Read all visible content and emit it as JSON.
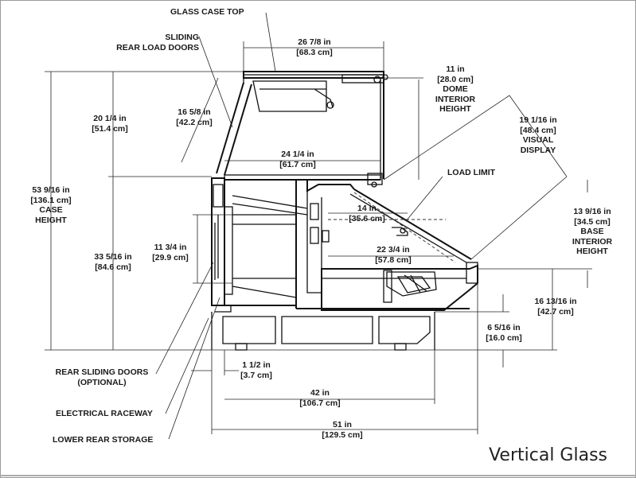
{
  "caption": "Vertical Glass",
  "labels": {
    "glass_case_top": "GLASS CASE TOP",
    "sliding_rear_1": "SLIDING",
    "sliding_rear_2": "REAR LOAD DOORS",
    "dim_top_width_in": "26 7/8 in",
    "dim_top_width_cm": "[68.3 cm]",
    "dim_dome_in": "11 in",
    "dim_dome_cm": "[28.0 cm]",
    "dome_1": "DOME",
    "dome_2": "INTERIOR",
    "dome_3": "HEIGHT",
    "dim_upper_in": "20 1/4 in",
    "dim_upper_cm": "[51.4 cm]",
    "dim_glass_in": "16 5/8 in",
    "dim_glass_cm": "[42.2 cm]",
    "dim_visual_in": "19 1/16 in",
    "dim_visual_cm": "[48.4 cm]",
    "visual_1": "VISUAL",
    "visual_2": "DISPLAY",
    "dim_shelf_in": "24 1/4 in",
    "dim_shelf_cm": "[61.7 cm]",
    "load_limit": "LOAD LIMIT",
    "dim_case_in": "53 9/16 in",
    "dim_case_cm": "[136.1 cm]",
    "case_1": "CASE",
    "case_2": "HEIGHT",
    "dim_14_in": "14 in",
    "dim_14_cm": "[35.6 cm]",
    "dim_base_in": "13 9/16 in",
    "dim_base_cm": "[34.5 cm]",
    "base_1": "BASE",
    "base_2": "INTERIOR",
    "base_3": "HEIGHT",
    "dim_storage_in": "11 3/4 in",
    "dim_storage_cm": "[29.9 cm]",
    "dim_deck_in": "22 3/4 in",
    "dim_deck_cm": "[57.8 cm]",
    "dim_lower_in": "33 5/16 in",
    "dim_lower_cm": "[84.6 cm]",
    "dim_1613_in": "16 13/16 in",
    "dim_1613_cm": "[42.7 cm]",
    "dim_65_in": "6 5/16 in",
    "dim_65_cm": "[16.0 cm]",
    "rear_sliding_1": "REAR SLIDING DOORS",
    "rear_sliding_2": "(OPTIONAL)",
    "dim_112_in": "1 1/2 in",
    "dim_112_cm": "[3.7 cm]",
    "dim_42_in": "42 in",
    "dim_42_cm": "[106.7 cm]",
    "electrical": "ELECTRICAL RACEWAY",
    "dim_51_in": "51 in",
    "dim_51_cm": "[129.5 cm]",
    "lower_storage": "LOWER REAR STORAGE"
  }
}
